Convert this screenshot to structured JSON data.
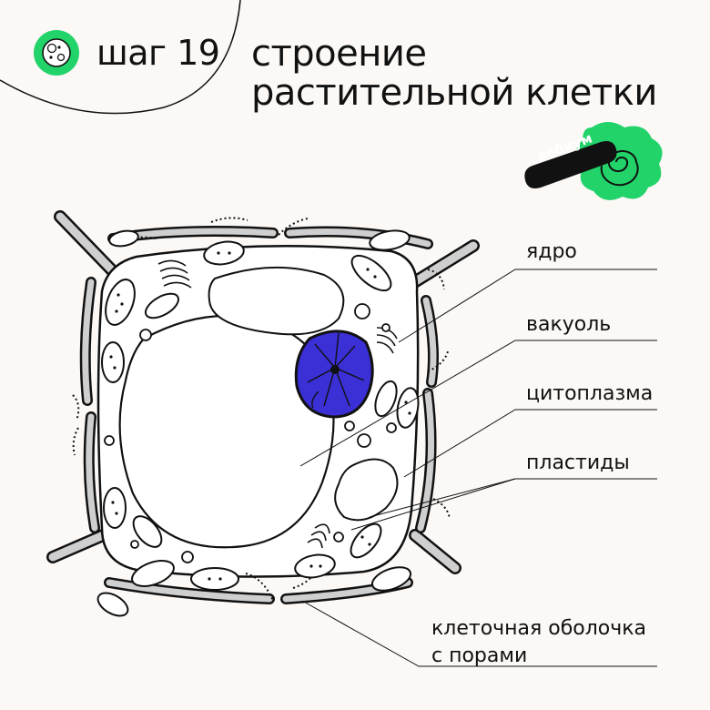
{
  "header": {
    "step": "шаг 19",
    "title_line1": "строение",
    "title_line2": "растительной клетки"
  },
  "brand": {
    "name": "вебиум"
  },
  "labels": {
    "nucleus": "ядро",
    "vacuole": "вакуоль",
    "cytoplasm": "цитоплазма",
    "plastids": "пластиды",
    "wall_line1": "клеточная оболочка",
    "wall_line2": "с порами"
  },
  "colors": {
    "background": "#fbf8f6",
    "accent_green": "#22d36a",
    "nucleus_blue": "#3b2fd6",
    "ink": "#111111"
  }
}
